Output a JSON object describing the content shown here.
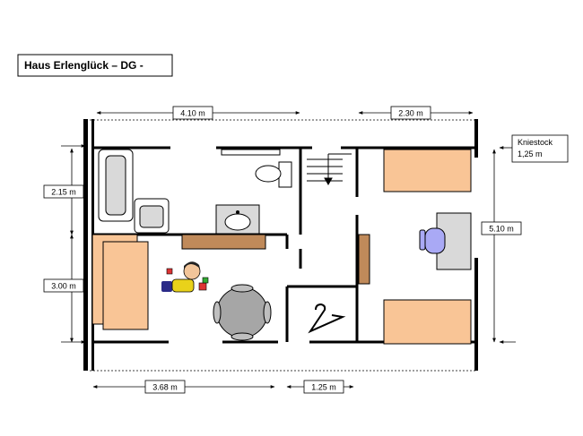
{
  "title": "Haus Erlenglück – DG -",
  "dimensions": {
    "top_left": "4.10 m",
    "top_right": "2.30 m",
    "left_upper": "2.15 m",
    "left_lower": "3.00 m",
    "right": "5.10 m",
    "bottom_left": "3.68 m",
    "bottom_right": "1.25 m"
  },
  "kniestock": {
    "line1": "Kniestock",
    "line2": "1,25 m"
  },
  "colors": {
    "bed": "#f9c596",
    "wall": "#000000",
    "fixture": "#d9d9d9",
    "chair": "#a9a9f5",
    "wood": "#c08a5a"
  },
  "icons": [
    "bathtub-icon",
    "toilet-icon",
    "sink-icon",
    "stairs-icon",
    "bed-icon",
    "desk-icon",
    "chair-icon",
    "dining-table-icon",
    "hanger-icon",
    "child-figure-icon"
  ]
}
